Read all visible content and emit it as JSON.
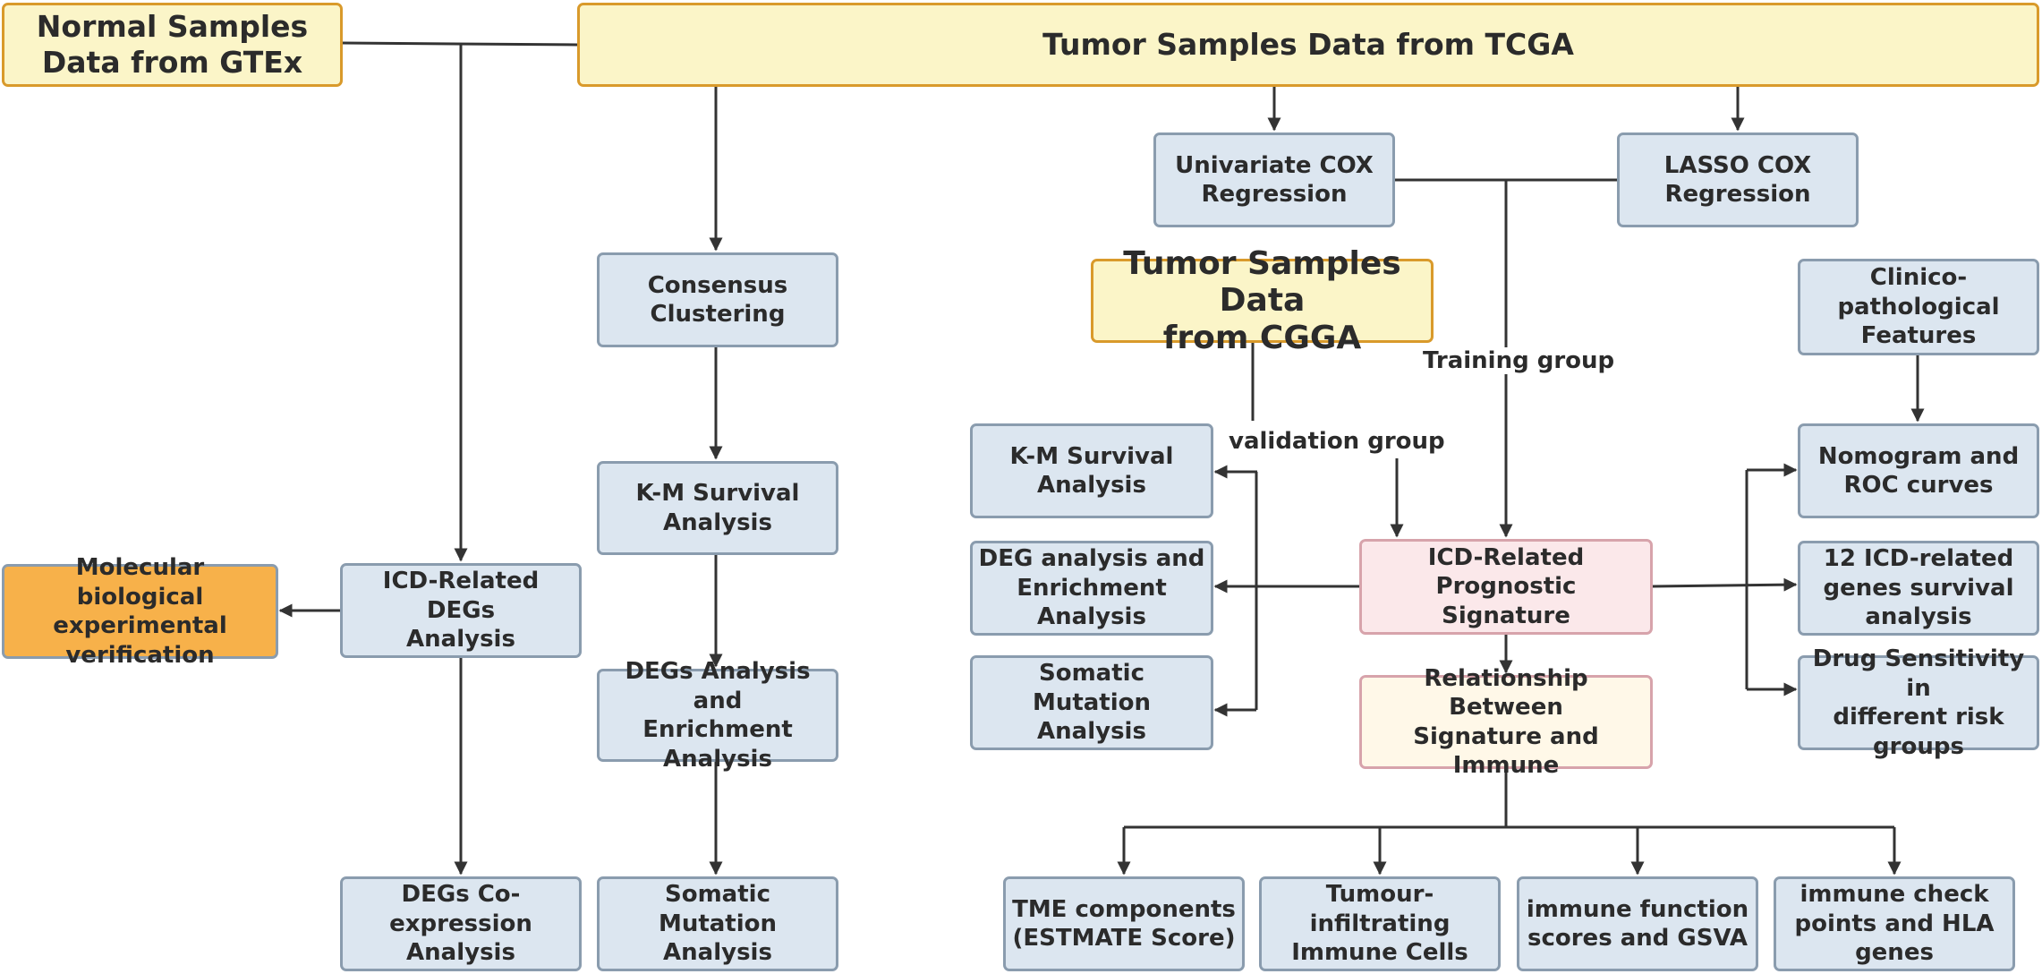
{
  "nodes": {
    "gtex": "Normal Samples\nData from GTEx",
    "tcga": "Tumor Samples Data from TCGA",
    "univariate_cox": "Univariate COX\nRegression",
    "lasso_cox": "LASSO COX\nRegression",
    "cgga": "Tumor Samples Data\nfrom CGGA",
    "clinico": "Clinico-\npathological\nFeatures",
    "consensus": "Consensus\nClustering",
    "km_left": "K-M Survival\nAnalysis",
    "km_mid": "K-M Survival\nAnalysis",
    "nomogram": "Nomogram and\nROC curves",
    "deg_enrich_mid": "DEG analysis and\nEnrichment Analysis",
    "signature": "ICD-Related Prognostic\nSignature",
    "icd_genes_survival": "12 ICD-related\ngenes  survival\nanalysis",
    "molecular": "Molecular biological\nexperimental\nverification",
    "icd_degs": "ICD-Related DEGs\nAnalysis",
    "degs_enrich_left": "DEGs Analysis and\nEnrichment\nAnalysis",
    "somatic_mid": "Somatic Mutation\nAnalysis",
    "drug": "Drug Sensitivity in\ndifferent risk\ngroups",
    "relationship": "Relationship Between\nSignature and Immune",
    "coexpression": "DEGs Co-\nexpression\nAnalysis",
    "somatic_left": "Somatic Mutation\nAnalysis",
    "tme": "TME components\n(ESTMATE Score)",
    "tic": "Tumour-infiltrating\nImmune Cells",
    "immune_function": "immune function\nscores and GSVA",
    "checkpoints": "immune check\npoints and HLA\ngenes"
  },
  "labels": {
    "training": "Training group",
    "validation": "validation group"
  },
  "colors": {
    "box_fill": "#dce6f0",
    "box_border": "#8a9cae",
    "data_fill": "#fbf5c8",
    "data_border": "#d99a2b",
    "signature_fill": "#fbe8ea",
    "relationship_fill": "#fff8e8",
    "verification_fill": "#f7b14a",
    "line": "#333333"
  }
}
